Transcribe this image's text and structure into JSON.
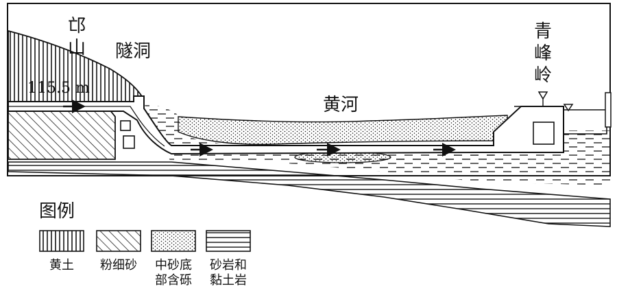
{
  "labels": {
    "mangshan": [
      "邙",
      "山"
    ],
    "tunnel": "隧洞",
    "yellow_river": "黄河",
    "qingfengling": [
      "青",
      "峰",
      "岭"
    ],
    "elevation": "115.5 m"
  },
  "legend": {
    "title": "图例",
    "items": [
      {
        "pattern": "vertical-lines",
        "text": "黄土"
      },
      {
        "pattern": "diagonal-hatch",
        "text": "粉细砂"
      },
      {
        "pattern": "dots",
        "text": "中砂底\n部含砾"
      },
      {
        "pattern": "horizontal-lines",
        "text": "砂岩和\n黏土岩"
      }
    ]
  }
}
